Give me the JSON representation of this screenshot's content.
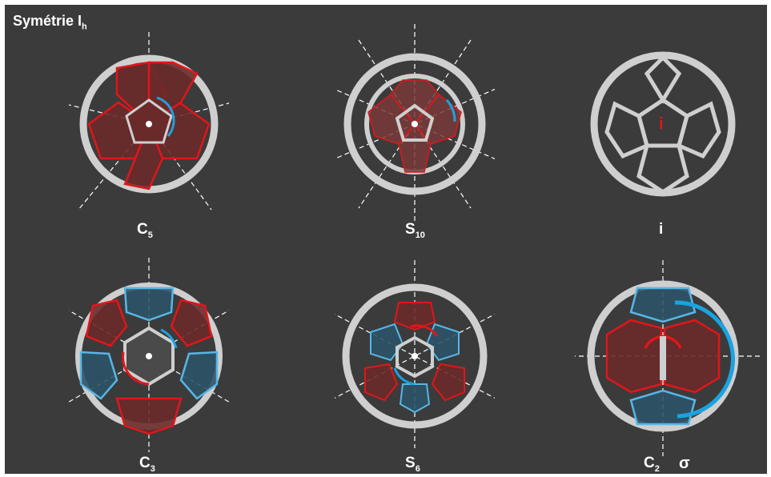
{
  "title": {
    "main": "Symétrie I",
    "sub": "h"
  },
  "colors": {
    "background": "#3b3b3b",
    "cage": "#cfcfcf",
    "cage_shadow": "#8a8a8a",
    "red_face": "#6b2a2a",
    "red_edge": "#e0161a",
    "blue_face": "#2c5468",
    "blue_edge": "#58b6e6",
    "arrow_blue": "#1aa3e0",
    "axis": "#ffffff"
  },
  "panels": [
    {
      "id": "c5",
      "label": "C",
      "sub": "5"
    },
    {
      "id": "s10",
      "label": "S",
      "sub": "10"
    },
    {
      "id": "i",
      "label": "i",
      "sub": "",
      "center_mark": "i"
    },
    {
      "id": "c3",
      "label": "C",
      "sub": "3"
    },
    {
      "id": "s6",
      "label": "S",
      "sub": "6"
    },
    {
      "id": "c2",
      "label": "C",
      "sub": "2",
      "extra": "σ"
    }
  ]
}
